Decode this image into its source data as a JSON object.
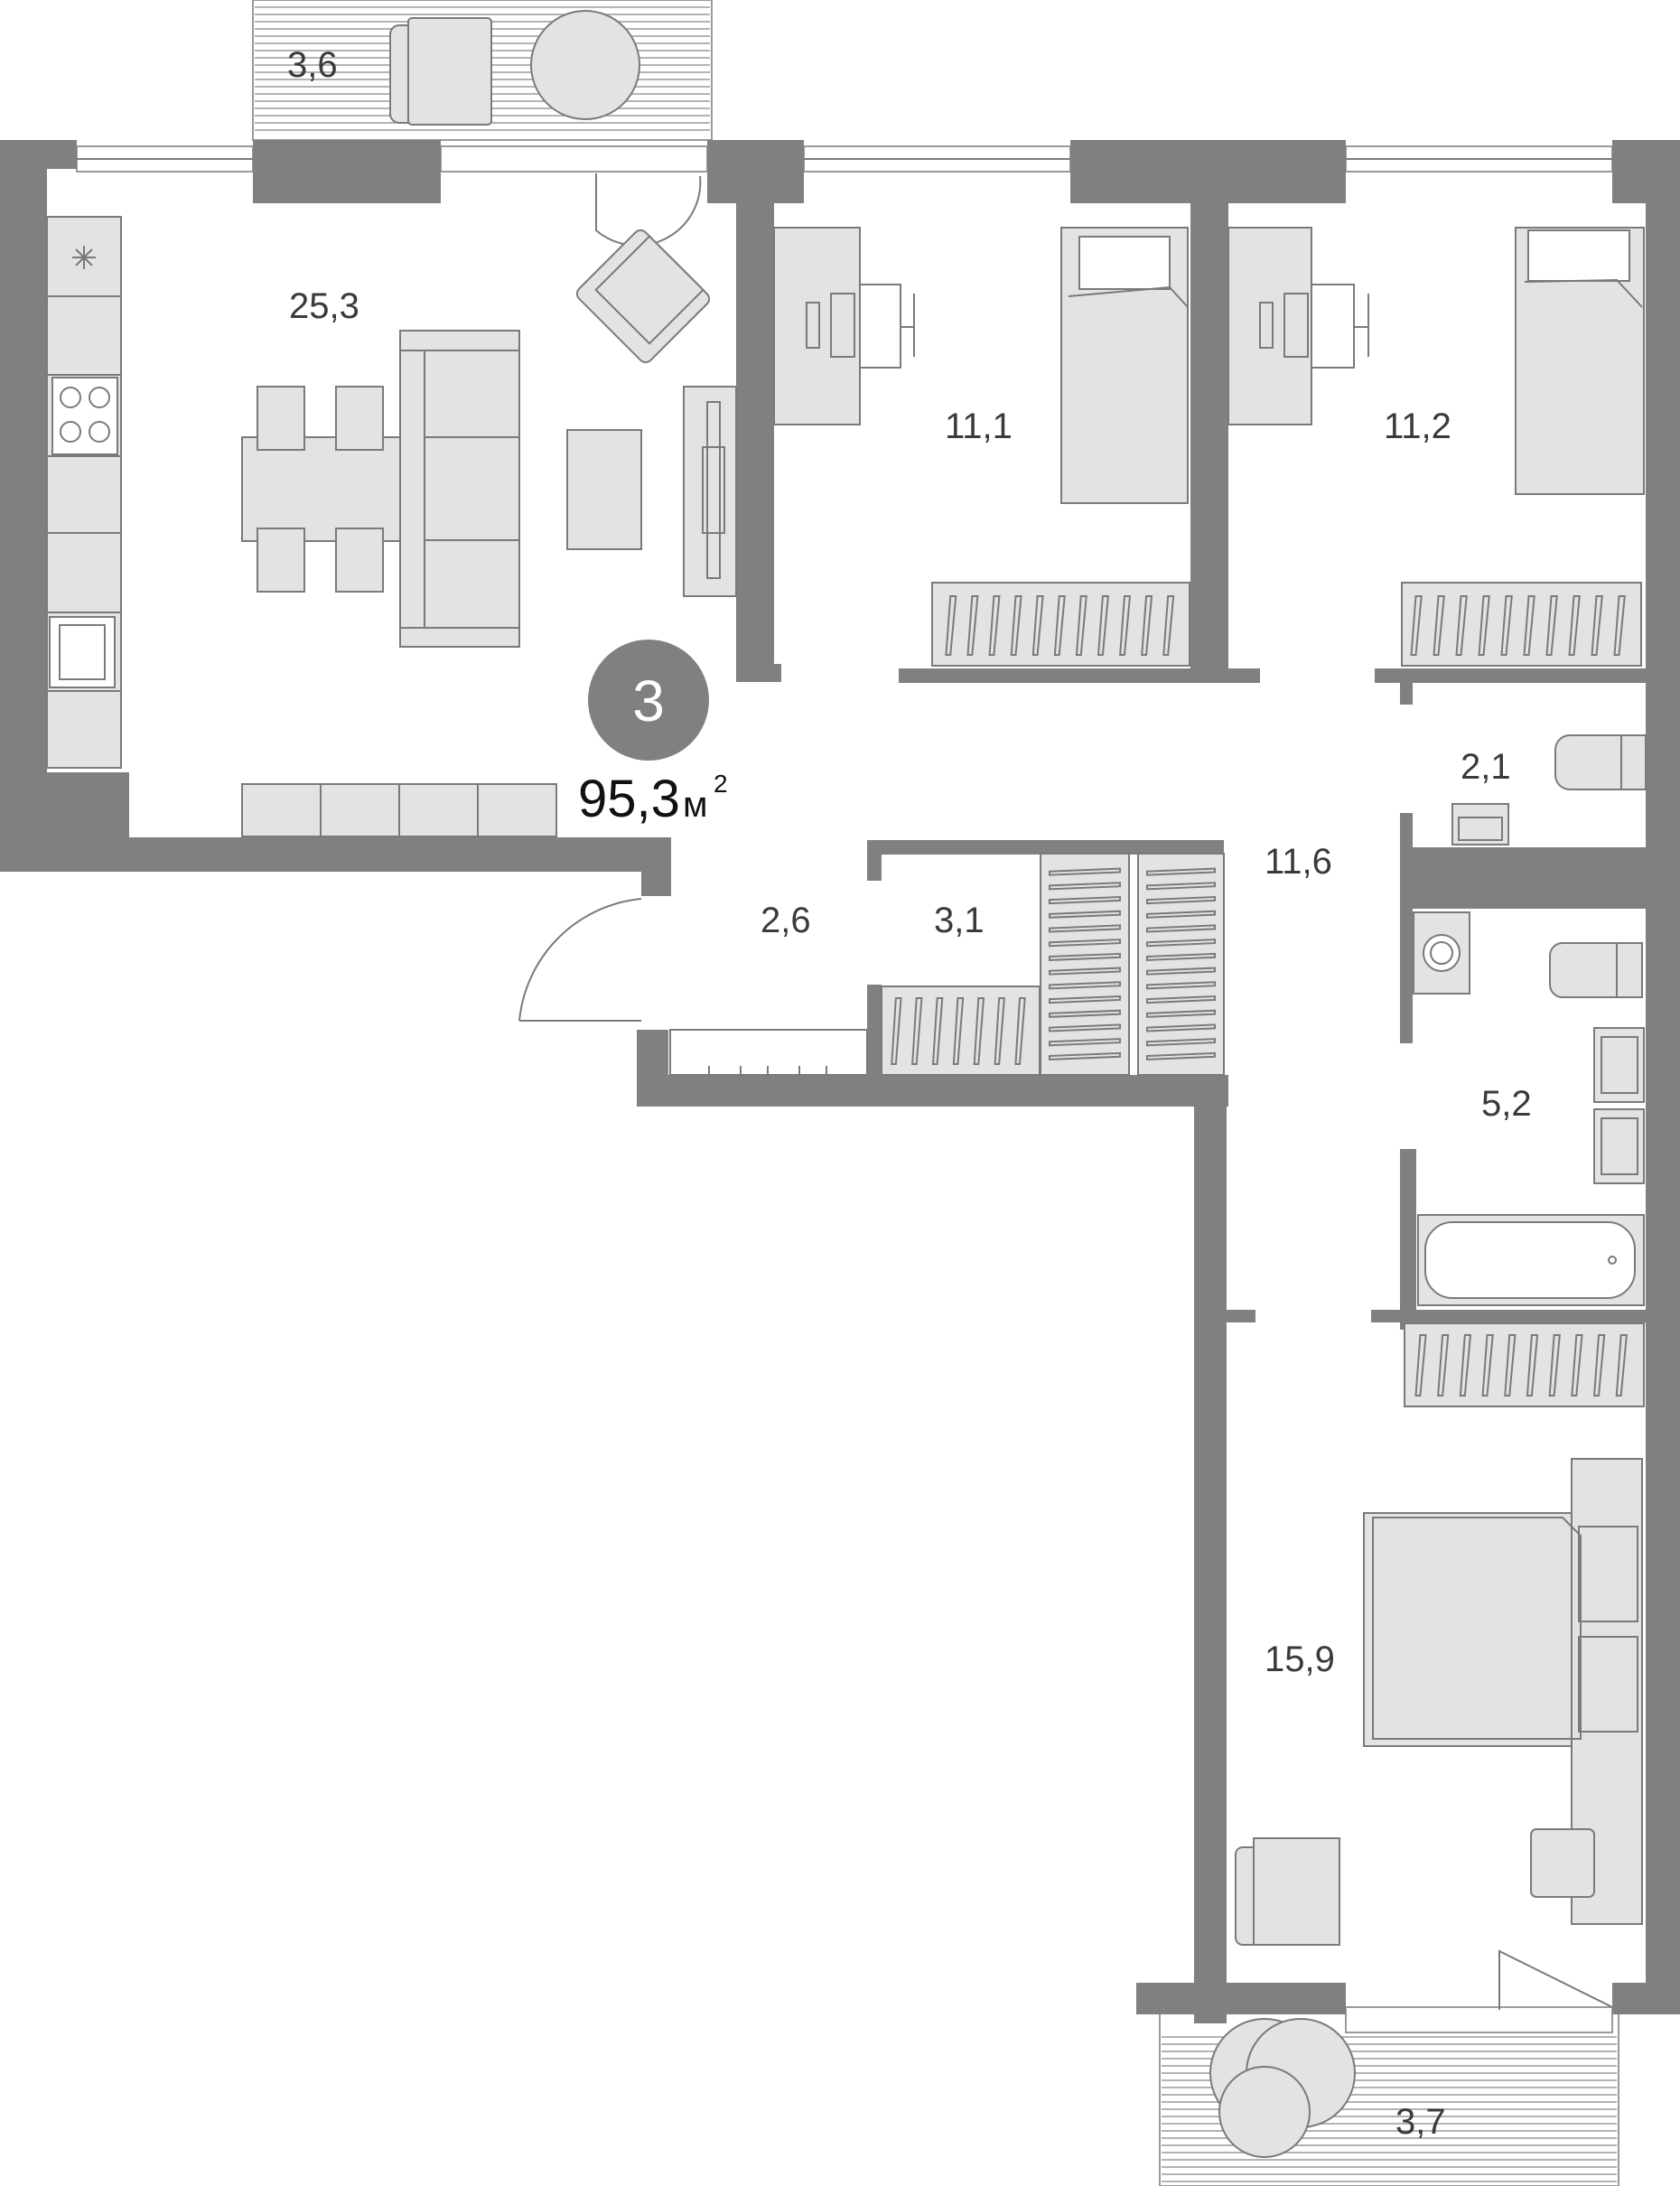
{
  "apartment": {
    "rooms_count": "3",
    "total_area": "95,3",
    "area_unit": "м",
    "area_unit_power": "2"
  },
  "rooms": [
    {
      "id": "balcony-top",
      "area": "3,6"
    },
    {
      "id": "kitchen-living",
      "area": "25,3"
    },
    {
      "id": "bedroom-1",
      "area": "11,1"
    },
    {
      "id": "bedroom-2",
      "area": "11,2"
    },
    {
      "id": "toilet",
      "area": "2,1"
    },
    {
      "id": "hallway",
      "area": "11,6"
    },
    {
      "id": "entrance",
      "area": "2,6"
    },
    {
      "id": "wardrobe",
      "area": "3,1"
    },
    {
      "id": "bathroom",
      "area": "5,2"
    },
    {
      "id": "master-bedroom",
      "area": "15,9"
    },
    {
      "id": "balcony-bottom",
      "area": "3,7"
    }
  ],
  "colors": {
    "wall": "#808080",
    "furniture": "#e3e3e3",
    "badge": "#808080"
  }
}
